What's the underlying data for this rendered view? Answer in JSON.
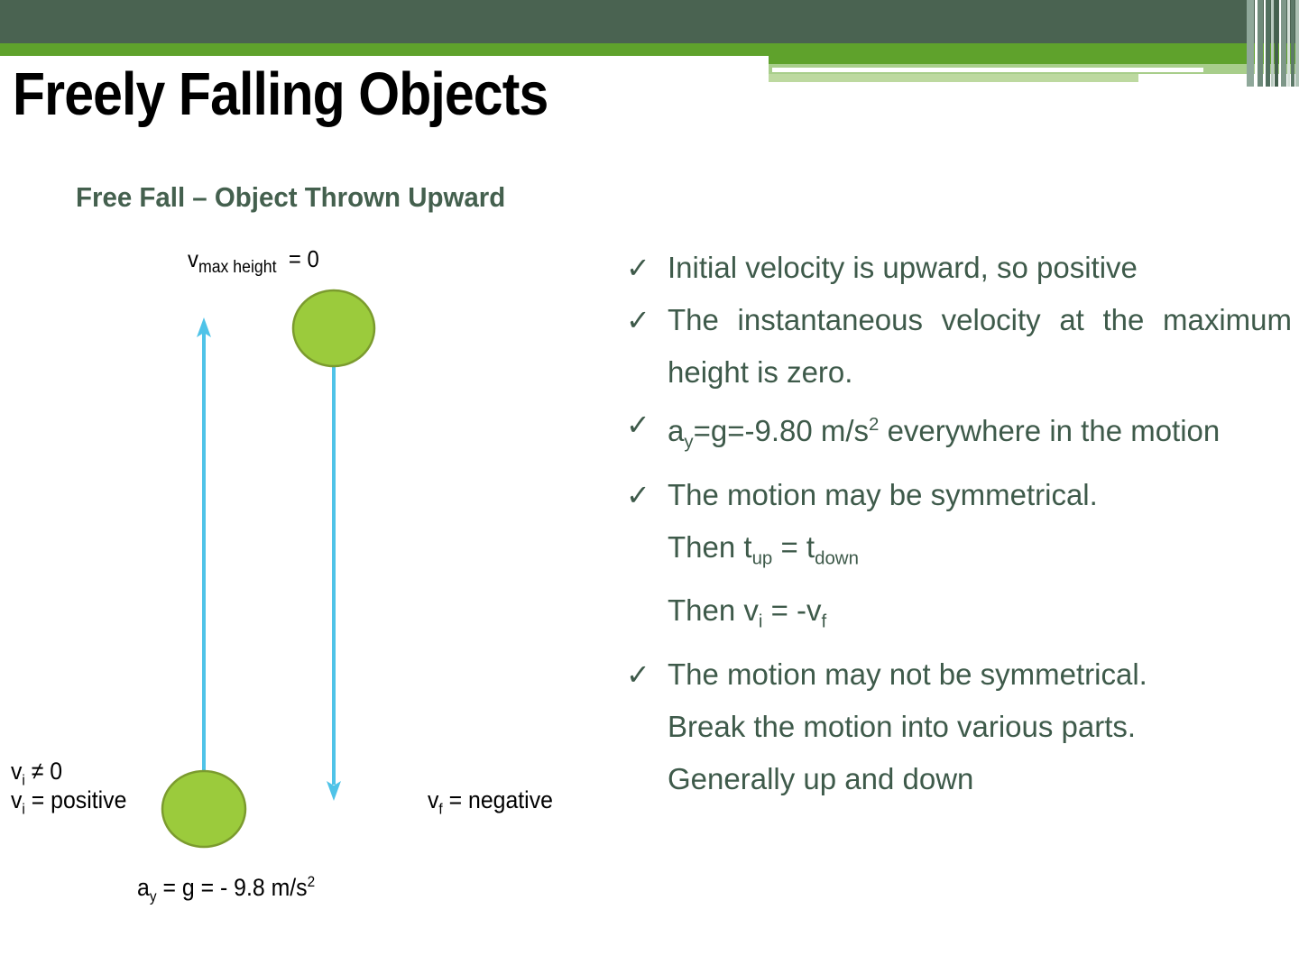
{
  "slide": {
    "title": "Freely Falling Objects",
    "subtitle": "Free Fall – Object Thrown Upward",
    "theme": {
      "band_dark": "#4A6351",
      "band_green": "#5FA22C",
      "band_pale": "#BDD9A0",
      "subtitle_color": "#44604E",
      "body_text_color": "#3E5A4A",
      "ball_fill": "#9BCB3C",
      "ball_stroke": "#7B9B2E",
      "arrow_color": "#4FC3E8",
      "title_color": "#000000",
      "background": "#FFFFFF"
    }
  },
  "diagram": {
    "name": "free-fall-thrown-upward-diagram",
    "label_max_height": {
      "symbol": "v",
      "subscript": "max height",
      "value": "= 0"
    },
    "label_vi_nonzero": {
      "symbol": "v",
      "subscript": "i",
      "value": "≠ 0"
    },
    "label_vi_positive": {
      "symbol": "v",
      "subscript": "i",
      "value": "= positive"
    },
    "label_vf_negative": {
      "symbol": "v",
      "subscript": "f",
      "value": "= negative"
    },
    "label_acceleration": {
      "symbol": "a",
      "subscript": "y",
      "value": "= g = - 9.8 m/s",
      "exponent": "2"
    },
    "up_arrow": {
      "name": "upward-velocity-arrow",
      "direction": "up"
    },
    "down_arrow": {
      "name": "downward-velocity-arrow",
      "direction": "down"
    },
    "ball_top": {
      "name": "ball-at-max-height"
    },
    "ball_bottom": {
      "name": "ball-at-launch"
    }
  },
  "bullets": [
    {
      "check": "✓",
      "text": "Initial velocity is upward, so positive",
      "justify": true
    },
    {
      "check": "✓",
      "text": "The instantaneous velocity at the maximum height is zero.",
      "justify": true
    },
    {
      "check": "✓",
      "html": true,
      "text": " a_y=g=-9.80 m/s² everywhere in the motion",
      "justify": true
    },
    {
      "check": "✓",
      "text": "The motion may be symmetrical.",
      "justify": false
    },
    {
      "check": "",
      "html": true,
      "text": "Then t_up = t_down",
      "justify": false
    },
    {
      "check": "",
      "html": true,
      "text": "Then v_i = -v_f",
      "justify": false
    },
    {
      "check": "✓",
      "text": " The motion may not be symmetrical.",
      "justify": true
    },
    {
      "check": "",
      "text": "Break the motion into various parts.",
      "justify": true
    },
    {
      "check": "",
      "text": "Generally up and down",
      "justify": false
    }
  ]
}
